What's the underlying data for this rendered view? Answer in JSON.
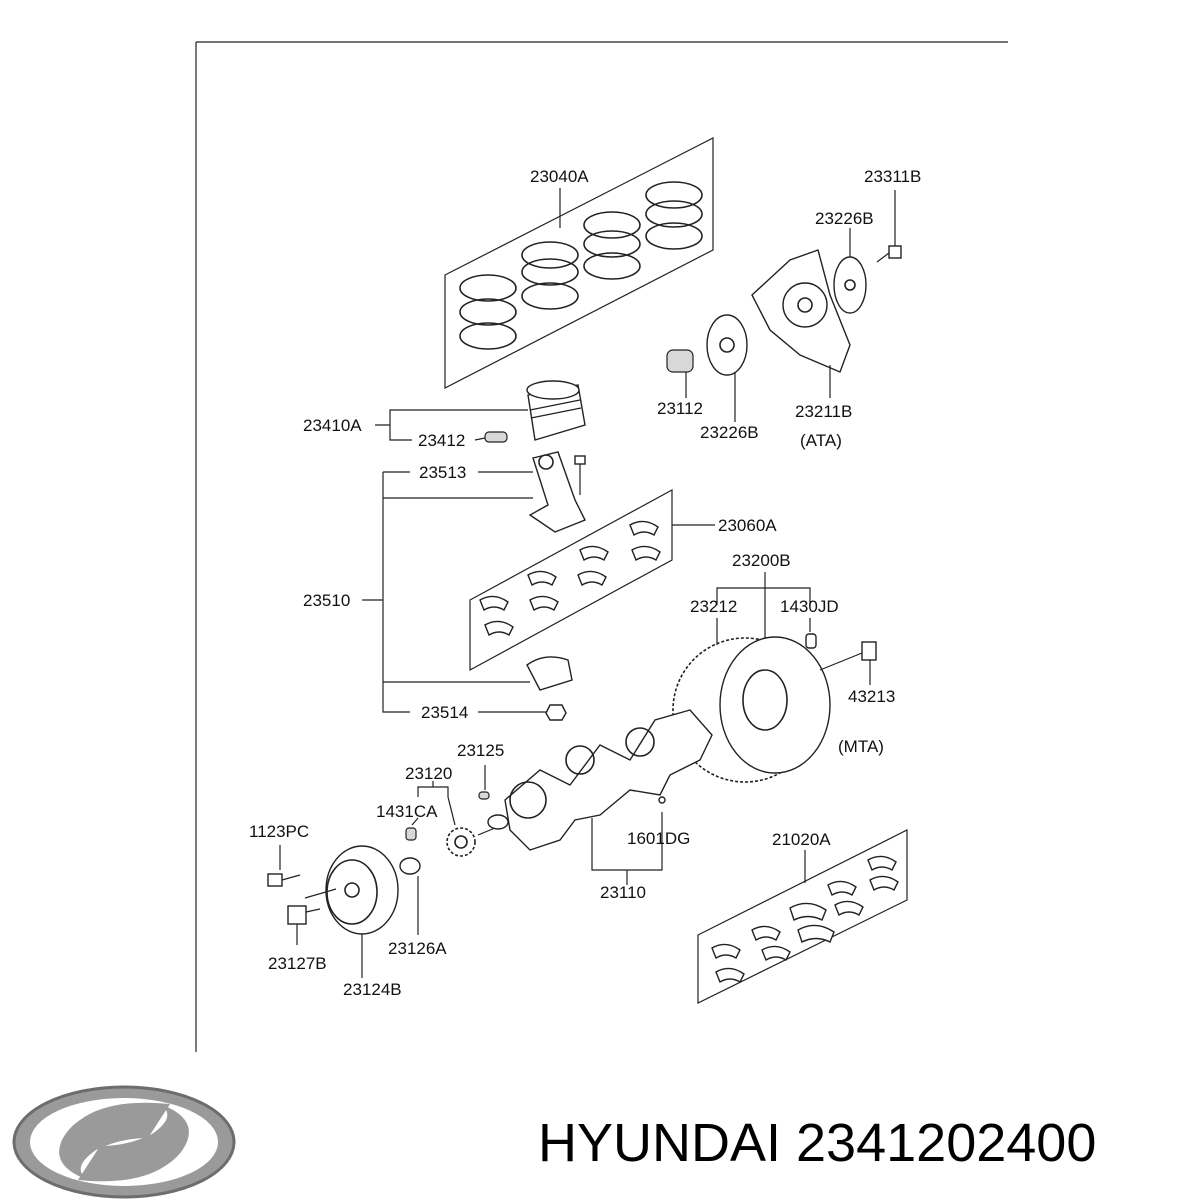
{
  "labels": {
    "rings_set": "23040A",
    "bolt_top": "23311B",
    "plate_top": "23226B",
    "bushing": "23112",
    "plate_bottom": "23226B",
    "drive_plate": "23211B",
    "ata": "(ATA)",
    "piston": "23410A",
    "pin": "23412",
    "rod_bolt": "23513",
    "bearings_set": "23060A",
    "conrod": "23510",
    "flywheel_assy": "23200B",
    "ring_gear": "23212",
    "dowel": "1430JD",
    "fly_bolt": "43213",
    "mta": "(MTA)",
    "rod_cap": "23514",
    "key": "23125",
    "sprocket": "23120",
    "pin_small": "1431CA",
    "plug": "1601DG",
    "pulley_bolt": "1123PC",
    "crankshaft": "23110",
    "main_bearings": "21020A",
    "washer": "23126A",
    "damper_bolt": "23127B",
    "pulley": "23124B"
  },
  "brand": {
    "title": "HYUNDAI 2341202400",
    "logo": "hyundai-logo"
  }
}
